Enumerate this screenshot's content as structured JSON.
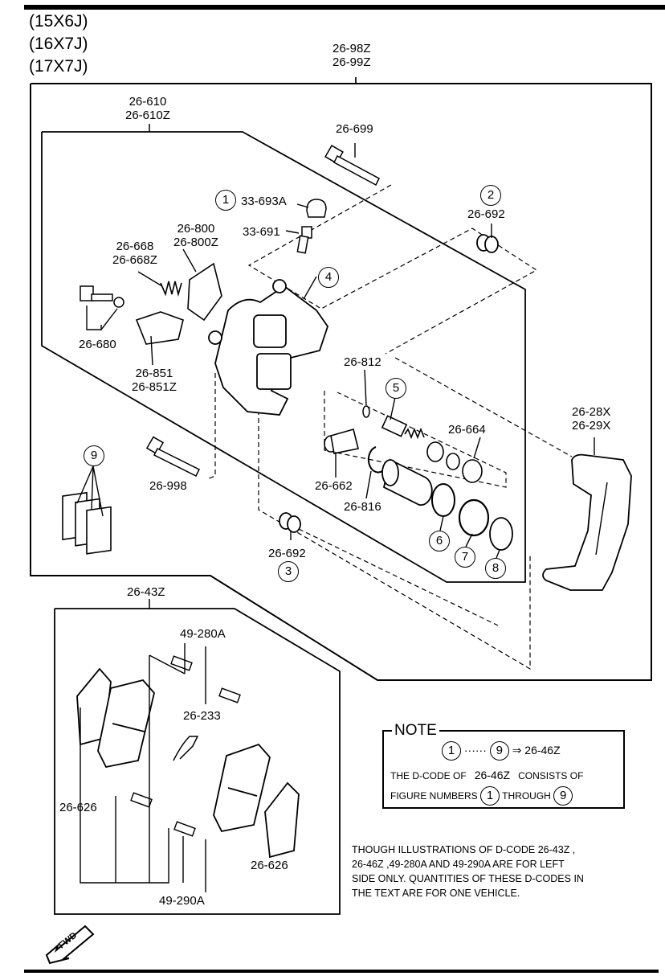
{
  "sizes": [
    "(15X6J)",
    "(16X7J)",
    "(17X7J)"
  ],
  "labels": {
    "caliper_assy": [
      "26-98Z",
      "26-99Z"
    ],
    "caliper_body": [
      "26-610",
      "26-610Z"
    ],
    "guide_pin": "26-699",
    "cap": "33-693A",
    "bleeder": "33-691",
    "bushing_upper": "26-692",
    "spring": [
      "26-800",
      "26-800Z"
    ],
    "lever": [
      "26-668",
      "26-668Z"
    ],
    "bolt": "26-680",
    "bracket": [
      "26-851",
      "26-851Z"
    ],
    "ring": "26-812",
    "seal_kit": "26-664",
    "mount": [
      "26-28X",
      "26-29X"
    ],
    "pin_lower": "26-998",
    "boot": "26-662",
    "snap_ring": "26-816",
    "bushing_lower": "26-692",
    "pad_set": "26-43Z",
    "clip_a": "49-280A",
    "spring_b": "26-233",
    "shim_left": "26-626",
    "shim_right": "26-626",
    "clip_b": "49-290A"
  },
  "callouts": [
    "1",
    "2",
    "3",
    "4",
    "5",
    "6",
    "7",
    "8",
    "9"
  ],
  "note": {
    "title": "NOTE",
    "range_start": "1",
    "range_dots": "······",
    "range_end": "9",
    "arrow": "⇒",
    "range_code": "26-46Z",
    "line2_a": "THE D-CODE OF",
    "line2_code": "26-46Z",
    "line2_b": "CONSISTS OF",
    "line3_a": "FIGURE NUMBERS",
    "line3_start": "1",
    "line3_mid": "THROUGH",
    "line3_end": "9"
  },
  "disclaimer": [
    "THOUGH ILLUSTRATIONS OF D-CODE 26-43Z ,",
    "26-46Z ,49-280A AND 49-290A ARE FOR LEFT",
    "SIDE ONLY. QUANTITIES OF THESE D-CODES IN",
    "THE TEXT ARE FOR ONE VEHICLE."
  ],
  "fwd": "FWD"
}
